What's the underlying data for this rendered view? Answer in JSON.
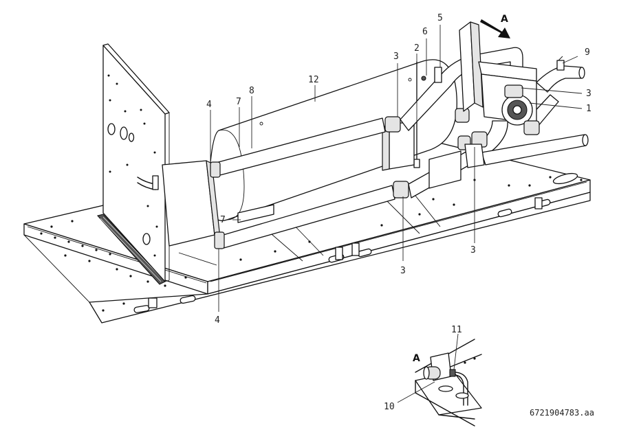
{
  "diagram": {
    "labels": [
      {
        "id": "label-1",
        "text": "1"
      },
      {
        "id": "label-2",
        "text": "2"
      },
      {
        "id": "label-3a",
        "text": "3"
      },
      {
        "id": "label-3b",
        "text": "3"
      },
      {
        "id": "label-3c",
        "text": "3"
      },
      {
        "id": "label-3d",
        "text": "3"
      },
      {
        "id": "label-4a",
        "text": "4"
      },
      {
        "id": "label-4b",
        "text": "4"
      },
      {
        "id": "label-5",
        "text": "5"
      },
      {
        "id": "label-6",
        "text": "6"
      },
      {
        "id": "label-7a",
        "text": "7"
      },
      {
        "id": "label-7b",
        "text": "7"
      },
      {
        "id": "label-8",
        "text": "8"
      },
      {
        "id": "label-9",
        "text": "9"
      },
      {
        "id": "label-10",
        "text": "10"
      },
      {
        "id": "label-11",
        "text": "11"
      },
      {
        "id": "label-12",
        "text": "12"
      }
    ],
    "view_arrow_label": "A",
    "detail_view_label": "A",
    "drawing_code": "6721904783.aa"
  }
}
